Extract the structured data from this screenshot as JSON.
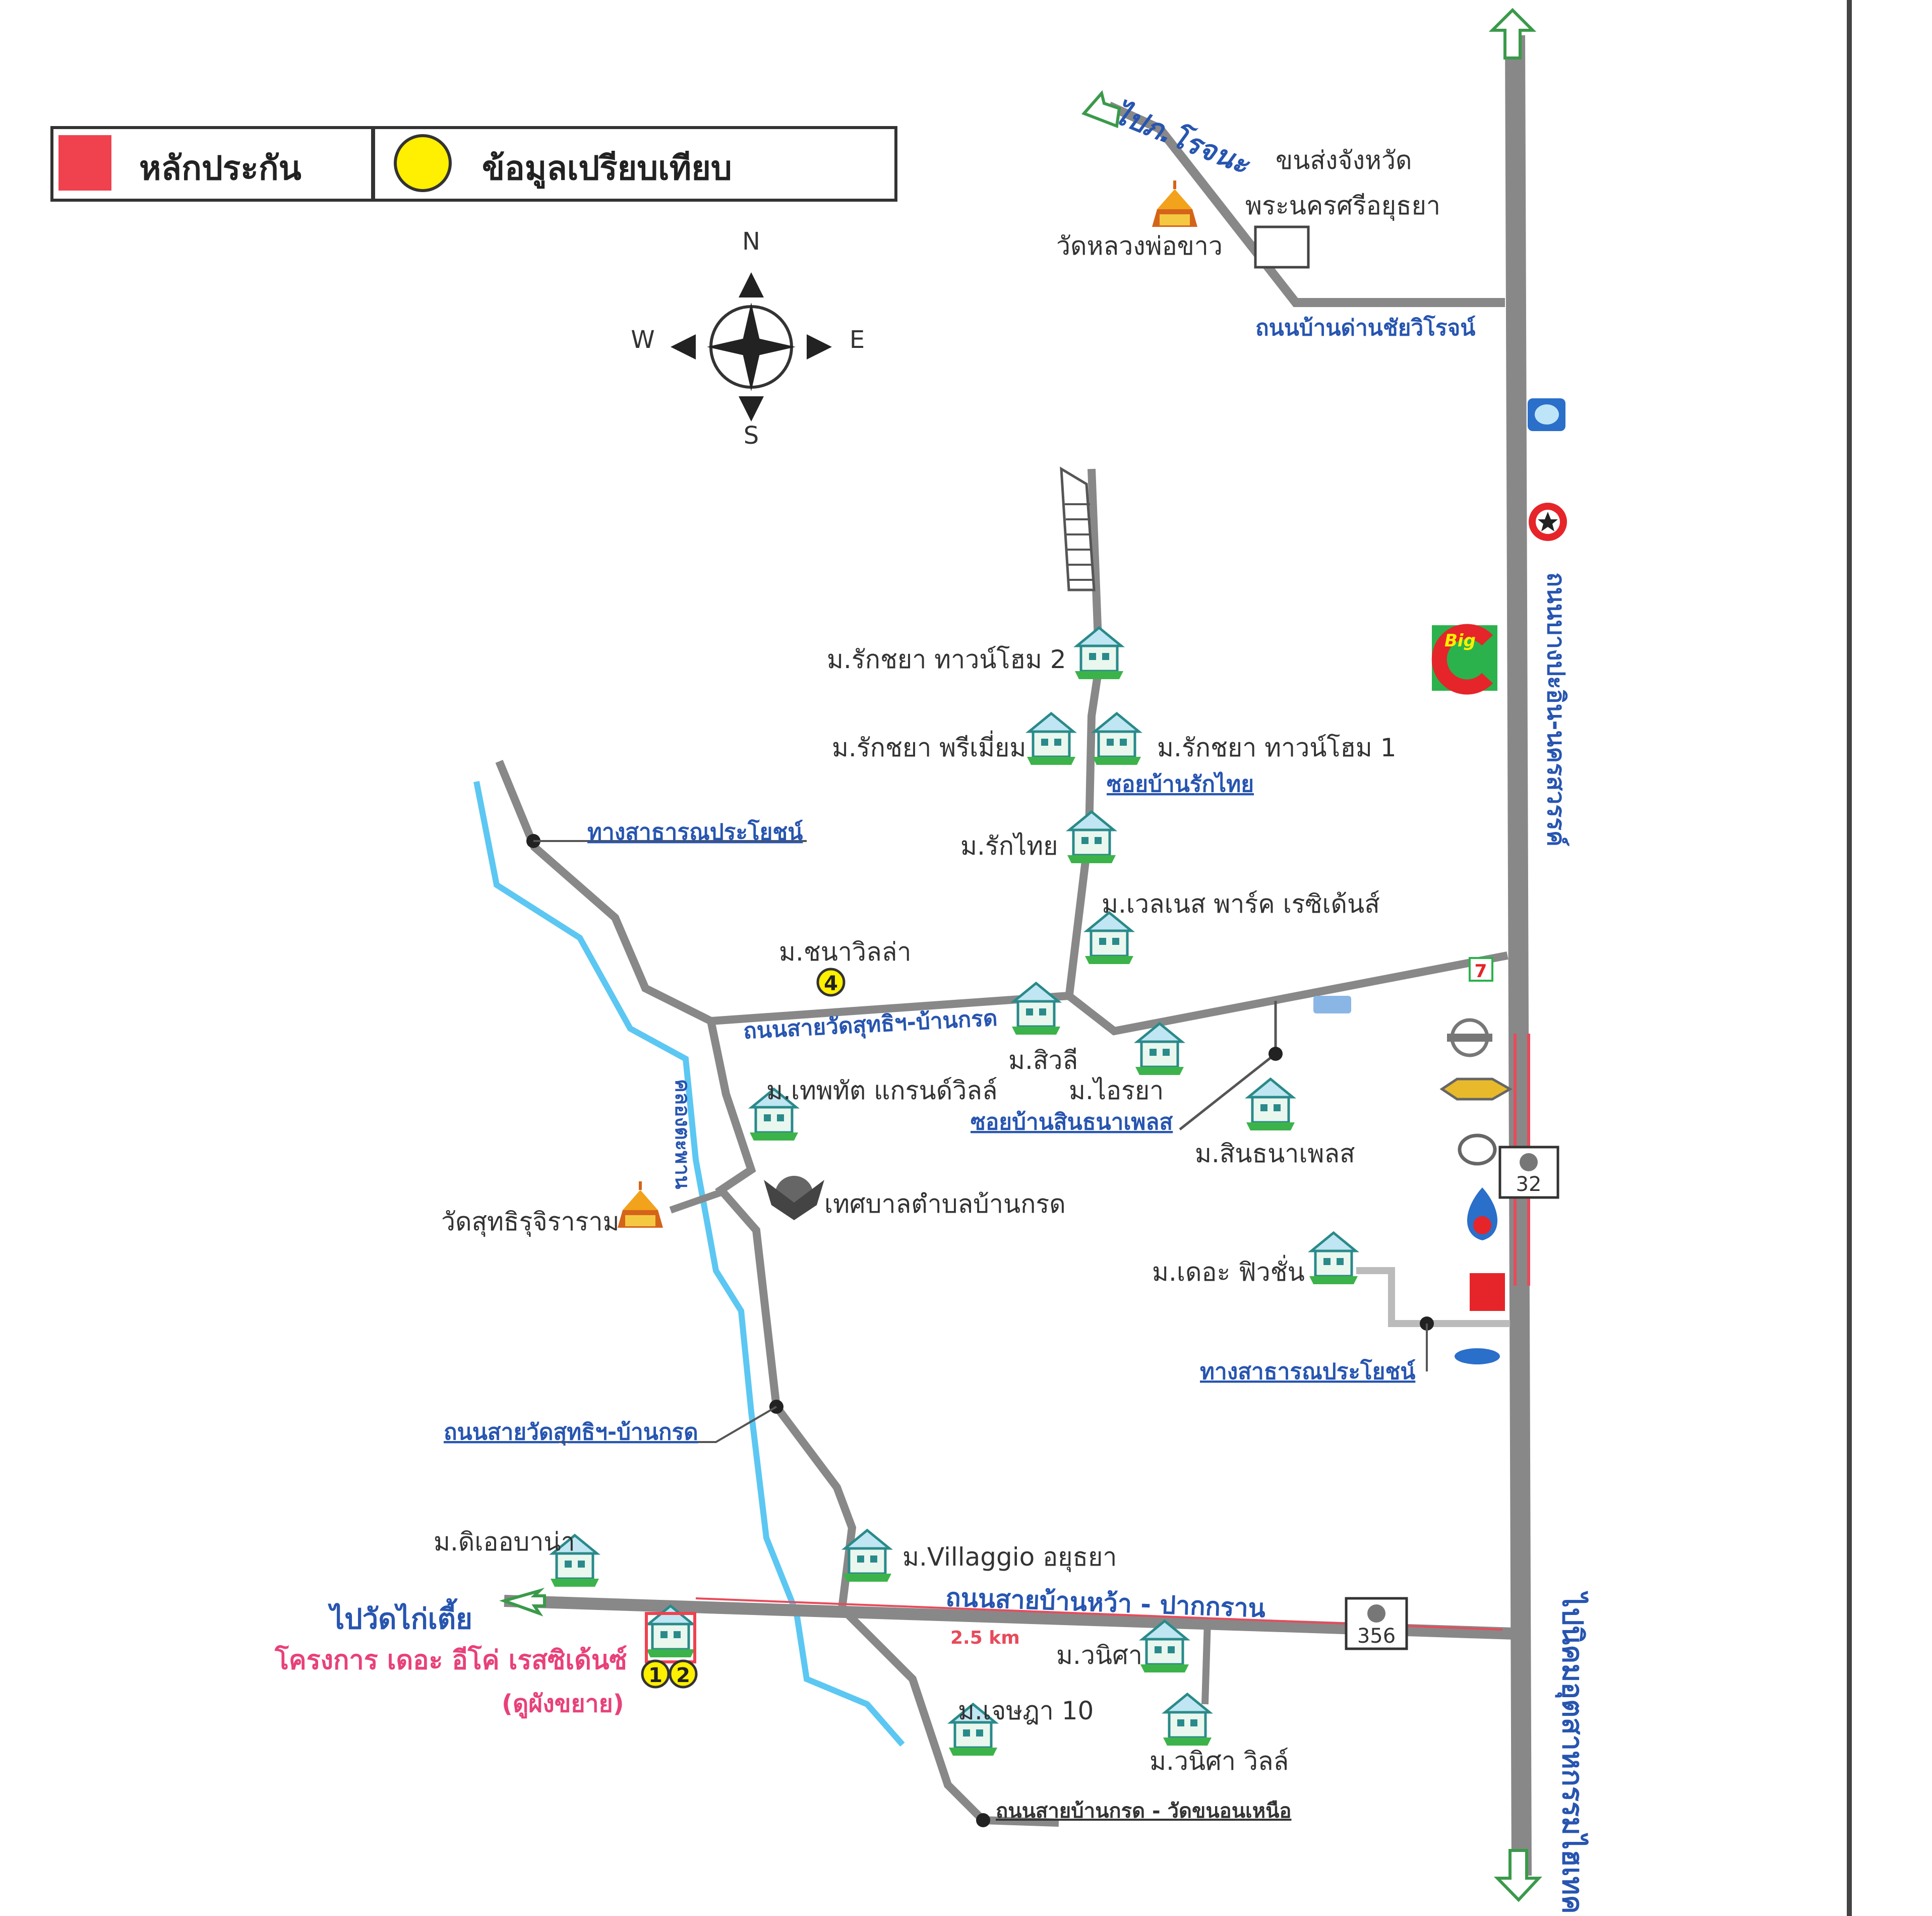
{
  "legend": {
    "collateral": "หลักประกัน",
    "comparison": "ข้อมูลเปรียบเทียบ",
    "collateral_color": "#f0414f",
    "comparison_color": "#ffef00"
  },
  "compass": {
    "n": "N",
    "s": "S",
    "e": "E",
    "w": "W"
  },
  "places": {
    "to_rojana": "ไปภ.โรจนะ",
    "transport_office_1": "ขนส่งจังหวัด",
    "transport_office_2": "พระนครศรีอยุธยา",
    "wat_luang_pho_khao": "วัดหลวงพ่อขาว",
    "rak_chaiya_townhome_2": "ม.รักชยา ทาวน์โฮม 2",
    "rak_chaiya_premium": "ม.รักชยา พรีเมี่ยม",
    "rak_chaiya_townhome_1": "ม.รักชยา ทาวน์โฮม 1",
    "rak_thai": "ม.รักไทย",
    "wellness_park": "ม.เวลเนส พาร์ค เรซิเด้นส์",
    "chana_villa": "ม.ชนาวิลล่า",
    "si_wali": "ม.สิวลี",
    "thepphat": "ม.เทพทัต แกรนด์วิลล์",
    "ai_ya": "ม.ไอรยา",
    "sinthana_place": "ม.สินธนาเพลส",
    "wat_sutthi": "วัดสุทธิรุจิราราม",
    "municipality": "เทศบาลตำบลบ้านกรด",
    "the_fashion": "ม.เดอะ ฟิวชั่น",
    "the_bana": "ม.ดิเออบาน่า",
    "villaggio": "ม.Villaggio อยุธยา",
    "to_wat_kai_tia": "ไปวัดไก่เตี้ย",
    "project_name": "โครงการ เดอะ อีโค่ เรสซิเด้นซ์",
    "see_plan": "(ดูผังขยาย)",
    "wanisa": "ม.วนิศา",
    "chetsada_10": "ม.เจษฎา 10",
    "wanisa_villa": "ม.วนิศา วิลล์",
    "klong": "คลองตะพาน"
  },
  "roads": {
    "ban_dan": "ถนนบ้านด่านชัยวิโรจน์",
    "bang_pa_in": "ถนนบางปะอิน-นครสวรรค์",
    "soi_rak_thai": "ซอยบ้านรักไทย",
    "public_way_1": "ทางสาธารณประโยชน์",
    "wat_sutthi_ban_krot": "ถนนสายวัดสุทธิฯ-บ้านกรด",
    "soi_sinthana": "ซอยบ้านสินธนาเพลส",
    "public_way_2": "ทางสาธารณประโยชน์",
    "wat_sutthi_ban_krot_2": "ถนนสายวัดสุทธิฯ-บ้านกรด",
    "ban_wa_pak_kran": "ถนนสายบ้านหว้า - ปากกราน",
    "distance": "2.5 km",
    "ban_krot_wat_khanon": "ถนนสายบ้านกรด - วัดขนอนเหนือ",
    "to_hi_tech": "ไปนิคมอุตสาหกรรมไฮเทค",
    "route_32": "32",
    "route_356": "356"
  },
  "markers": {
    "c4": "4",
    "c1": "1",
    "c2": "2"
  },
  "icons": {
    "big_c": "Big",
    "seven_eleven": "7"
  }
}
